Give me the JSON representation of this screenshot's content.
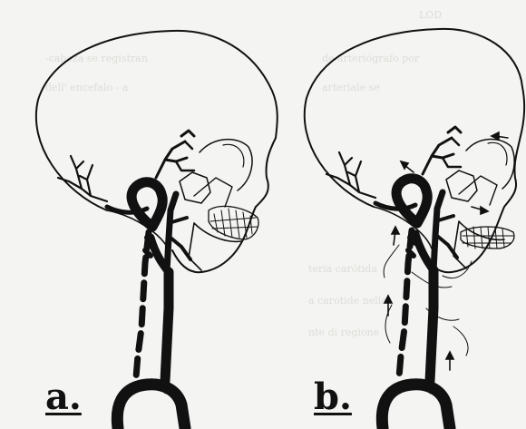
{
  "panels": [
    {
      "id": "a",
      "label": "a."
    },
    {
      "id": "b",
      "label": "b."
    }
  ],
  "colors": {
    "ink": "#111111",
    "paper": "#f4f4f2",
    "ghost_text": "#dadad6"
  },
  "bleed_through": [
    "LOD",
    "-cabeza se registran",
    "dell' encefalo - a",
    "de arteriógrafo por",
    "arteriale se",
    "teria carótida",
    "a carotide nella",
    "nte di regione"
  ]
}
